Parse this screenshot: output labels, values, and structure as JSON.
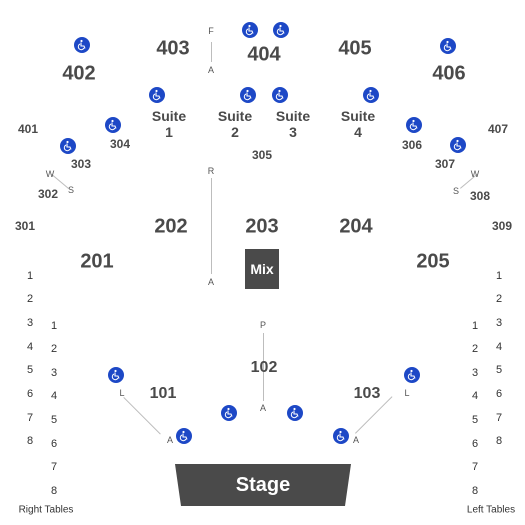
{
  "sections": {
    "s401": "401",
    "s402": "402",
    "s403": "403",
    "s404": "404",
    "s405": "405",
    "s406": "406",
    "s407": "407",
    "s301": "301",
    "s302": "302",
    "s303": "303",
    "s304": "304",
    "s305": "305",
    "s306": "306",
    "s307": "307",
    "s308": "308",
    "s309": "309",
    "s201": "201",
    "s202": "202",
    "s203": "203",
    "s204": "204",
    "s205": "205",
    "s101": "101",
    "s102": "102",
    "s103": "103"
  },
  "suites": {
    "suite1": {
      "name": "Suite",
      "number": "1"
    },
    "suite2": {
      "name": "Suite",
      "number": "2"
    },
    "suite3": {
      "name": "Suite",
      "number": "3"
    },
    "suite4": {
      "name": "Suite",
      "number": "4"
    }
  },
  "rows": {
    "F": "F",
    "A": "A",
    "R": "R",
    "P": "P",
    "L": "L",
    "W": "W",
    "S": "S"
  },
  "mix_label": "Mix",
  "stage_label": "Stage",
  "right_tables": {
    "label": "Right Tables",
    "outer": [
      "1",
      "2",
      "3",
      "4",
      "5",
      "6",
      "7",
      "8"
    ],
    "inner": [
      "1",
      "2",
      "3",
      "4",
      "5",
      "6",
      "7",
      "8"
    ]
  },
  "left_tables": {
    "label": "Left Tables",
    "outer": [
      "1",
      "2",
      "3",
      "4",
      "5",
      "6",
      "7",
      "8"
    ],
    "inner": [
      "1",
      "2",
      "3",
      "4",
      "5",
      "6",
      "7",
      "8"
    ]
  },
  "icons": {
    "accessible": "wheelchair-icon"
  },
  "colors": {
    "accessible": "#1d48c6",
    "stage": "#4a4a4a",
    "mix": "#4a4a4a",
    "text": "#4a4a4a"
  }
}
